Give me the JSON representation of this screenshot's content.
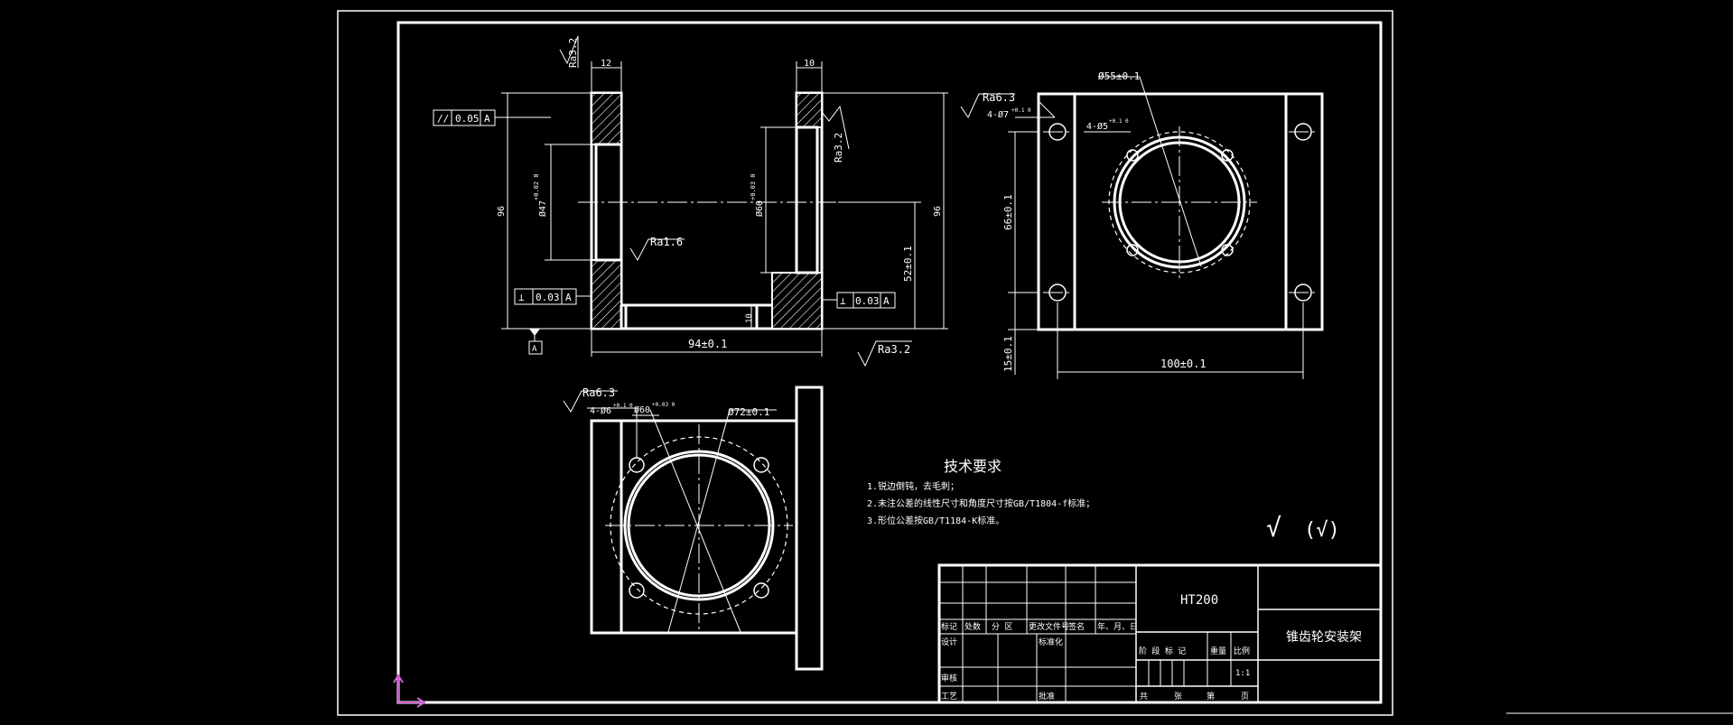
{
  "drawing": {
    "surface_roughness": {
      "front_top_left": "Ra3.2",
      "front_top_right": "Ra3.2",
      "front_inner": "Ra1.6",
      "front_bottom": "Ra3.2",
      "side_holes": "Ra6.3",
      "top_holes": "Ra6.3"
    },
    "front_view": {
      "dim_left_wall": "12",
      "dim_right_wall": "10",
      "dim_height_left": "96",
      "dim_height_right": "96",
      "dim_bore_left": "Ø47",
      "dim_bore_left_tol": "+0.02 0",
      "dim_bore_right": "Ø60",
      "dim_bore_right_tol": "+0.03 0",
      "dim_center_height": "52±0.1",
      "dim_base_thickness": "10",
      "dim_width": "94±0.1",
      "parallel_frame": [
        "//",
        "0.05",
        "A"
      ],
      "perp_left_frame": [
        "⊥",
        "0.03",
        "A"
      ],
      "perp_right_frame": [
        "⊥",
        "0.03",
        "A"
      ],
      "datum_label": "A"
    },
    "side_view": {
      "dim_bolt_circle": "Ø55±0.1",
      "dim_corner_holes": "4-Ø7",
      "dim_corner_holes_tol": "+0.1 0",
      "dim_small_holes": "4-Ø5",
      "dim_small_holes_tol": "+0.1 0",
      "dim_height": "66±0.1",
      "dim_bottom_offset": "15±0.1",
      "dim_width": "100±0.1"
    },
    "top_view": {
      "dim_holes": "4-Ø6",
      "dim_holes_tol": "+0.1 0",
      "dim_bore": "Ø60",
      "dim_bore_tol": "+0.03 0",
      "dim_bolt_circle": "Ø72±0.1"
    },
    "tech_requirements": {
      "heading": "技术要求",
      "items": [
        "1.锐边倒钝，去毛刺；",
        "2.未注公差的线性尺寸和角度尺寸按GB/T1804-f标准；",
        "3.形位公差按GB/T1184-K标准。"
      ]
    },
    "other_roughness": {
      "symbol_left": "√",
      "symbol_right": "(√)"
    }
  },
  "title_block": {
    "material": "HT200",
    "part_name": "锥齿轮安装架",
    "header_labels": [
      "标记",
      "处数",
      "分 区",
      "更改文件号",
      "签名",
      "年、月、日"
    ],
    "row_labels": [
      "设计",
      "标准化",
      "审核",
      "工艺",
      "批准"
    ],
    "stage_labels": [
      "阶 段 标 记",
      "重量",
      "比例"
    ],
    "scale_value": "1:1",
    "sheet_labels": [
      "共",
      "张",
      "第",
      "页"
    ]
  }
}
